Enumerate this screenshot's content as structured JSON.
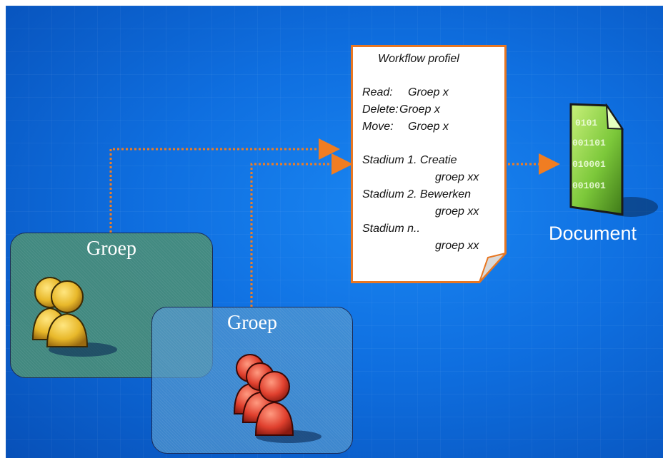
{
  "groups": [
    {
      "title": "Groep",
      "color": "#e8b82a"
    },
    {
      "title": "Groep",
      "color": "#e0402e"
    }
  ],
  "profile": {
    "title": "Workflow profiel",
    "permissions": [
      {
        "label": "Read:",
        "value": "Groep x"
      },
      {
        "label": "Delete:",
        "value": "Groep x"
      },
      {
        "label": "Move:",
        "value": "Groep x"
      }
    ],
    "stages": [
      {
        "label": "Stadium 1. Creatie",
        "group": "groep xx"
      },
      {
        "label": "Stadium 2. Bewerken",
        "group": "groep xx"
      },
      {
        "label": "Stadium n..",
        "group": "groep xx"
      }
    ]
  },
  "document": {
    "label": "Document",
    "icon": "document-icon",
    "binary_lines": [
      "0101",
      "001101",
      "010001",
      "001001"
    ]
  },
  "colors": {
    "background": "#0f6fe0",
    "arrow": "#f07d22",
    "profile_border": "#e87722",
    "document_icon": "#8cd640"
  }
}
